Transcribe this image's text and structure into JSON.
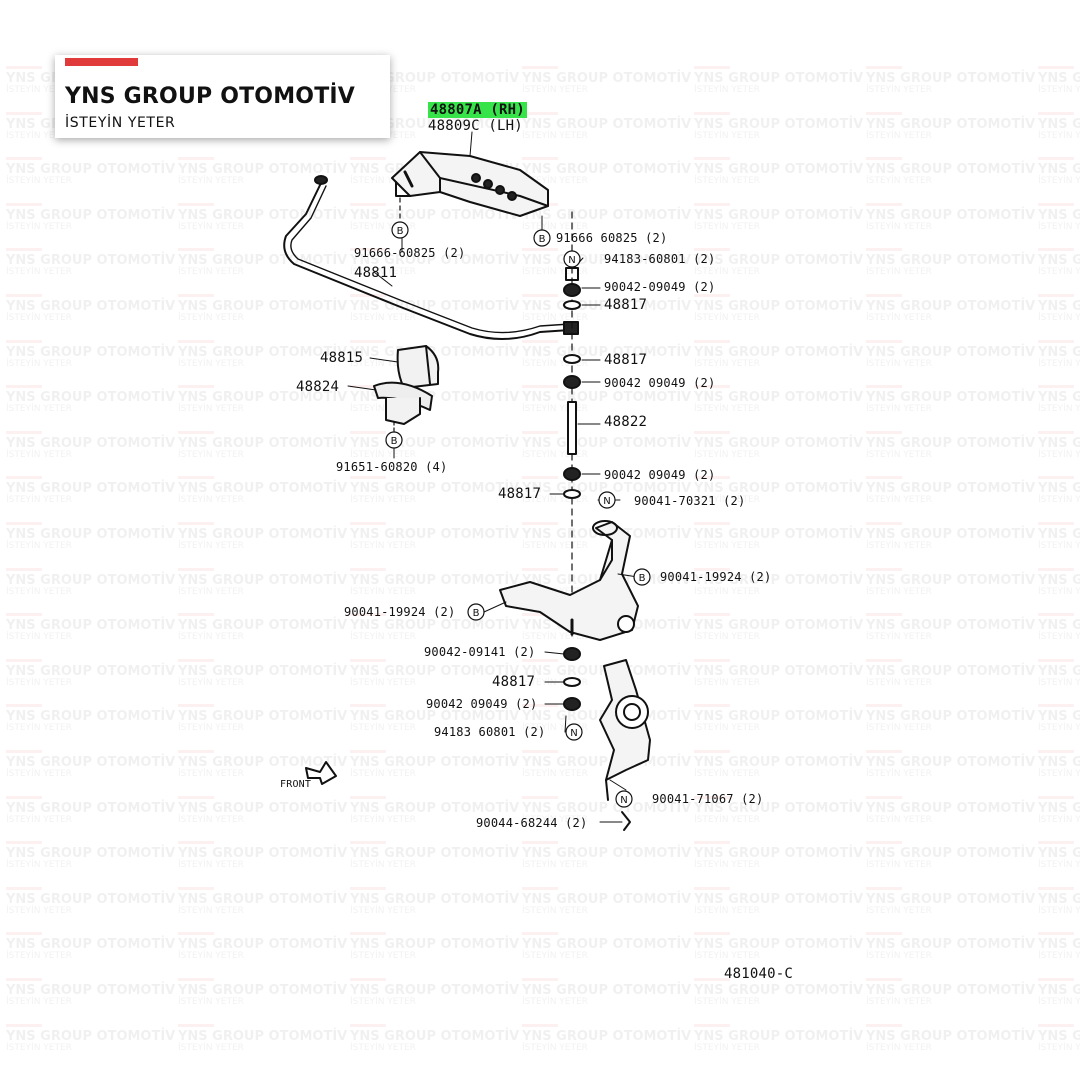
{
  "brand": {
    "name": "YNS GROUP OTOMOTİV",
    "slogan": "İSTEYİN YETER",
    "accent_color": "#e03a3a"
  },
  "watermark": {
    "title": "YNS GROUP OTOMOTİV",
    "subtitle": "İSTEYİN YETER"
  },
  "diagram": {
    "highlight_color": "#36e44a",
    "ref_code": "481040-C",
    "front_label": "FRONT",
    "labels": {
      "bracket_rh": "48807A (RH)",
      "bracket_lh": "48809C (LH)",
      "bolt_left": "91666-60825 (2)",
      "bolt_right": "91666 60825 (2)",
      "stabilizer_bar": "48811",
      "nut_top": "94183-60801 (2)",
      "cushion_top": "90042-09049 (2)",
      "retainer_1": "48817",
      "retainer_2": "48817",
      "cushion_2": "90042 09049 (2)",
      "link": "48822",
      "bushing": "48815",
      "bushing_bracket": "48824",
      "bolt_bracket": "91651-60820 (4)",
      "cushion_3": "90042 09049 (2)",
      "retainer_3": "48817",
      "nut_arm": "90041-70321 (2)",
      "arm_bolt_right": "90041-19924 (2)",
      "arm_bolt_left": "90041-19924 (2)",
      "cushion_lower": "90042-09141 (2)",
      "retainer_4": "48817",
      "cushion_4": "90042 09049 (2)",
      "nut_bottom": "94183 60801 (2)",
      "knuckle_nut": "90041-71067 (2)",
      "cotter_pin": "90044-68244 (2)"
    },
    "callouts": {
      "b": "B",
      "n": "N"
    }
  }
}
